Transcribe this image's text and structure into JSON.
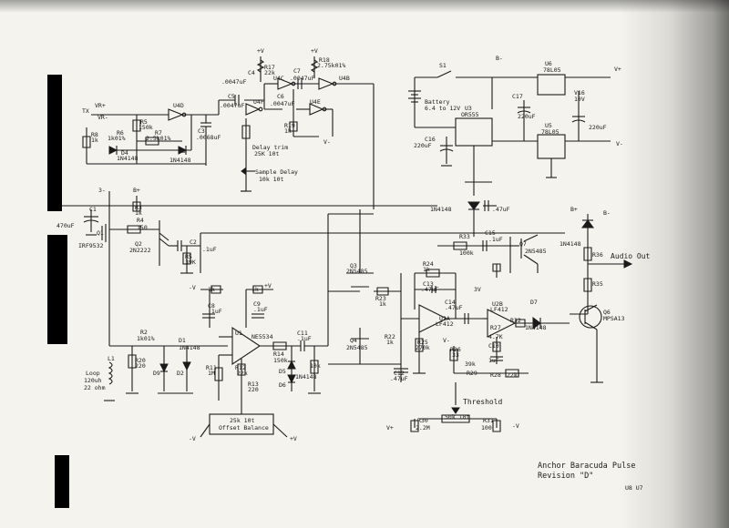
{
  "title": {
    "line1": "Anchor Baracuda Pulse",
    "line2": "Revision \"D\"",
    "pages": "U8  U7"
  },
  "labels": {
    "audio_out": "Audio Out",
    "threshold": "Threshold",
    "offset_balance": "Offset Balance",
    "offset_pot": "25k 10t",
    "delay_trim": "Delay trim",
    "delay_trim_val": "25K 10t",
    "sample_delay": "Sample Delay",
    "sample_delay_val": "10k 10t",
    "battery": "Battery",
    "battery_v": "6.4 to 12V",
    "loop": "Loop",
    "loop_spec": "120uh",
    "loop_spec2": "22 ohm",
    "tx": "TX",
    "vr_plus": "VR+",
    "vr_minus": "VR-",
    "b_plus": "B+",
    "b_minus": "B-",
    "v_plus": "V+",
    "v_minus": "V-",
    "plus_v": "+V",
    "minus_v": "-V",
    "three_v": "3V",
    "three_minus": "3-",
    "r_50k": "50k 10t"
  },
  "components": {
    "u4d": "U4D",
    "u4c": "U4C",
    "u4f": "U4F",
    "u4e": "U4E",
    "u4b": "U4B",
    "c3": "C3",
    "c3v": ".0068uF",
    "c4": "C4",
    "c4v": ".0047uF",
    "c5": "C5",
    "c5v": ".0047uF",
    "c6": "C6",
    "c6v": ".0047uF",
    "c7": "C7",
    "c7v": ".0047uF",
    "r17": "R17",
    "r17v": "22k",
    "r18": "R18",
    "r18v": "2.75k01%",
    "r19": "R19",
    "r19v": "1k",
    "r5": "R5",
    "r5v": "150k",
    "r6": "R6",
    "r6v": "1k01%",
    "r7": "R7",
    "r7v": "2.5k01%",
    "r8": "R8",
    "r8v": "1k",
    "d3": "D3",
    "d3v": "1N4148",
    "d4": "D4",
    "d4v": "1N4148",
    "c1": "C1",
    "c1v": "470uF",
    "r3": "R3",
    "r3v": "1k",
    "r4": "R4",
    "r4v": "150",
    "q1": "Q1",
    "q1v": "IRF9532",
    "q2": "Q2",
    "q2v": "2N2222",
    "c2": "C2",
    "c2v": ".1uF",
    "r5b": "R5",
    "r5bv": "39K",
    "s1": "S1",
    "u6": "U6",
    "u6v": "78L05",
    "u5": "U5",
    "u5v": "78L05",
    "u3": "U3",
    "u3v": "OR555",
    "c17": "C17",
    "c17v": "220uF",
    "c16": "C16",
    "c16v": "220uF",
    "c18": "C18",
    "c18v": "220uF",
    "v16": "V16",
    "v16v": "10V",
    "c14b": "C14",
    "c14bv": ".47uF",
    "d1n": "1N4148",
    "r33": "R33",
    "r33v": "100k",
    "c15": "C15",
    "c15v": ".1uF",
    "q7": "Q7",
    "q7v": "2N5485",
    "q3": "Q3",
    "q3v": "2N5485",
    "q4": "Q4",
    "q4v": "2N5485",
    "r23": "R23",
    "r23v": "1k",
    "r24": "R24",
    "r24v": "1k",
    "c13": "C13",
    "c13v": ".47uF",
    "c14": "C14",
    "c14v": ".47uF",
    "u2a": "U2A",
    "u2av": "LF412",
    "u2b": "U2B",
    "u2bv": "LF412",
    "r25": "R25",
    "r25v": "270k",
    "r26": "R26",
    "r26v": "33",
    "r27": "R27",
    "r27v": "4.7K",
    "c10": "C10",
    "c10v": "1uF",
    "r32": "R32",
    "d7": "D7",
    "d7v": "1N4148",
    "r28": "R28",
    "r28v": "22k",
    "r29": "R29",
    "r29v": "39k",
    "r30": "R30",
    "r30v": "2.2M",
    "r31": "R31",
    "r31v": "100",
    "c12": "C12",
    "c12v": ".47uF",
    "r22": "R22",
    "r22v": "1k",
    "q6": "Q6",
    "q6v": "MPSA13",
    "r36": "R36",
    "r35": "R35",
    "d8": "1N4148",
    "u1": "U1",
    "u1v": "NE5534",
    "c8": "C8",
    "c8v": ".1uF",
    "c9": "C9",
    "c9v": ".1uF",
    "r9": "R9",
    "r9v": "1k",
    "r10": "R10",
    "r10v": "1k",
    "r11": "R11",
    "r11v": "1M",
    "r12": "R12",
    "r12v": "22k",
    "r13": "R13",
    "r13v": "220",
    "r14": "R14",
    "r14v": "150k",
    "c11": "C11",
    "c11v": ".1uF",
    "d5": "D5",
    "d6": "D6",
    "d5v": "1N4148",
    "r15": "R15",
    "r15v": "10k",
    "r2": "R2",
    "r2v": "1k01%",
    "d1": "D1",
    "d1v": "1N4148",
    "d2": "D2",
    "d9": "D9",
    "r20": "R20",
    "r20v": "220",
    "l1": "L1"
  }
}
